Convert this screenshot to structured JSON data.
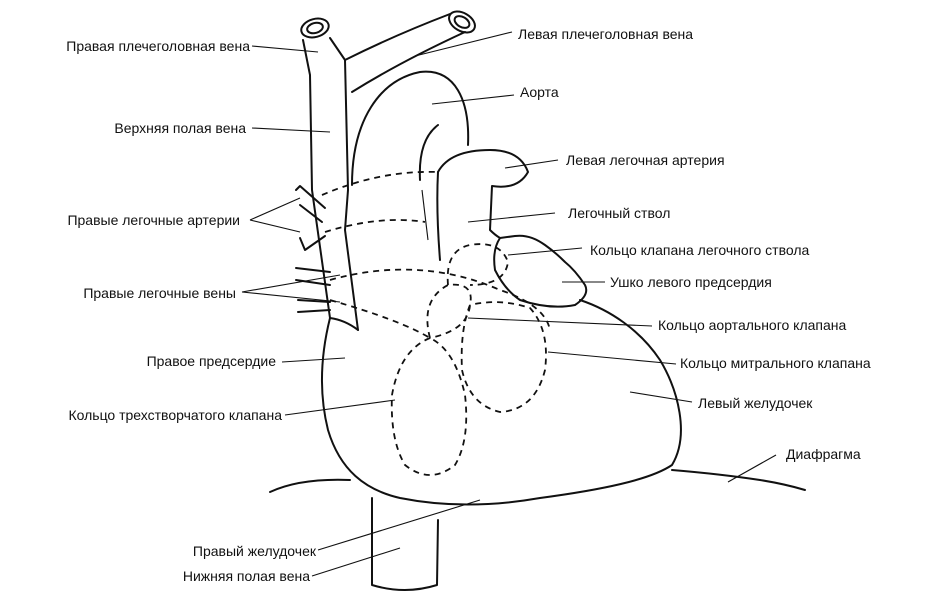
{
  "labels": {
    "right_brachiocephalic_vein": "Правая плечеголовная вена",
    "left_brachiocephalic_vein": "Левая плечеголовная вена",
    "aorta": "Аорта",
    "superior_vena_cava": "Верхняя полая вена",
    "left_pulmonary_artery": "Левая легочная артерия",
    "pulmonary_trunk": "Легочный ствол",
    "right_pulmonary_arteries": "Правые легочные артерии",
    "pulmonary_valve_ring": "Кольцо клапана легочного ствола",
    "left_auricle": "Ушко левого предсердия",
    "right_pulmonary_veins": "Правые легочные вены",
    "aortic_valve_ring": "Кольцо аортального клапана",
    "right_atrium": "Правое предсердие",
    "mitral_valve_ring": "Кольцо митрального клапана",
    "left_ventricle": "Левый желудочек",
    "tricuspid_valve_ring": "Кольцо трехстворчатого клапана",
    "diaphragm": "Диафрагма",
    "right_ventricle": "Правый желудочек",
    "inferior_vena_cava": "Нижняя полая вена"
  }
}
